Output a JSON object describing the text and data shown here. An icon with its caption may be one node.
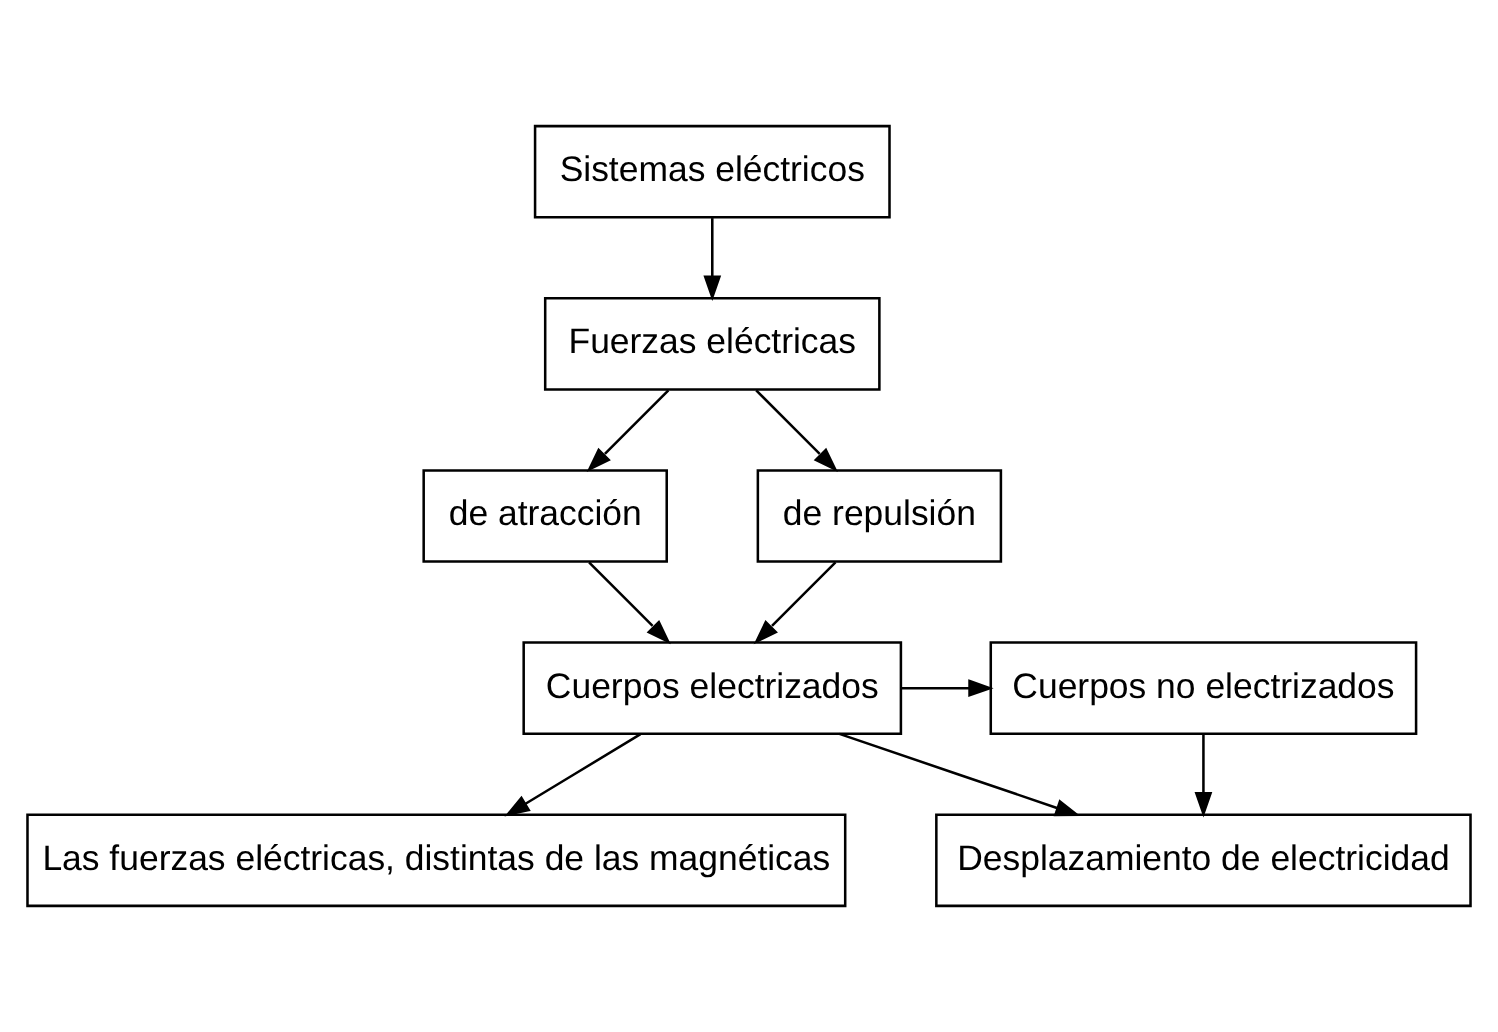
{
  "diagram": {
    "nodes": [
      {
        "text": [
          "Sistemas eléctricos"
        ]
      },
      {
        "text": [
          "Fuerzas eléctricas"
        ]
      },
      {
        "text": [
          "de atracción"
        ]
      },
      {
        "text": [
          "de repulsión"
        ]
      },
      {
        "text": [
          "Cuerpos electrizados"
        ]
      },
      {
        "text": [
          "Cuerpos no electrizados"
        ]
      },
      {
        "text": [
          "Las fuerzas eléctricas, distintas de las magnéticas"
        ]
      },
      {
        "text": [
          "Desplazamiento de electricidad"
        ]
      }
    ],
    "edges": [
      {
        "from": 0,
        "to": 1,
        "arrow": "to"
      },
      {
        "from": 1,
        "to": 2,
        "arrow": "to"
      },
      {
        "from": 1,
        "to": 3,
        "arrow": "to"
      },
      {
        "from": 2,
        "to": 4,
        "arrow": "to"
      },
      {
        "from": 3,
        "to": 4,
        "arrow": "to"
      },
      {
        "from": 4,
        "to": 5,
        "arrow": "to"
      },
      {
        "from": 4,
        "to": 6,
        "arrow": "to"
      },
      {
        "from": 4,
        "to": 7,
        "arrow": "to"
      },
      {
        "from": 5,
        "to": 7,
        "arrow": "to"
      }
    ]
  }
}
